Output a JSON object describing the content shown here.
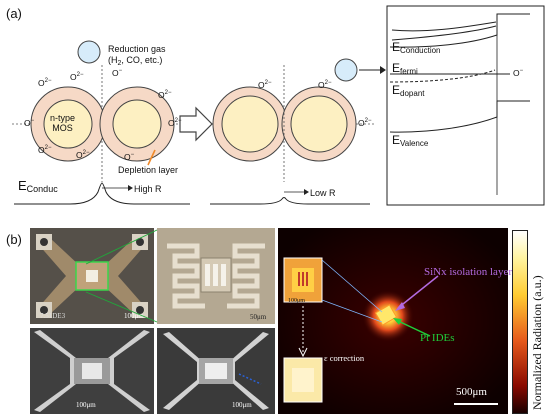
{
  "panel_a": {
    "label": "(a)",
    "reduction_gas": {
      "line1": "Reduction gas",
      "line2": "(H",
      "sub1": "2",
      "line2b": ", CO, etc.)",
      "ion": "O",
      "ion_sup": "−"
    },
    "particle_label": {
      "line1": "n-type",
      "line2": "MOS"
    },
    "depletion_label": "Depletion layer",
    "oxygen_ion": {
      "text": "O",
      "sup": "2−"
    },
    "oxygen_ion_single": {
      "text": "O",
      "sup": "−"
    },
    "e_conduc": {
      "text": "E",
      "sub": "Conduc"
    },
    "high_r": "High R",
    "low_r": "Low R",
    "band_diagram": {
      "conduction": {
        "text": "E",
        "sub": "Conduction"
      },
      "fermi": {
        "text": "E",
        "sub": "fermi"
      },
      "dopant": {
        "text": "E",
        "sub": "dopant"
      },
      "valence": {
        "text": "E",
        "sub": "Valence"
      },
      "ion": {
        "text": "O",
        "sup": "−"
      }
    },
    "colors": {
      "shell": "#f6d9c6",
      "core": "#fdf0c2",
      "gas": "#d7ecfa",
      "depletion_arrow": "#f08a2a"
    }
  },
  "panel_b": {
    "label": "(b)",
    "chip_id": "7.51DE3",
    "scale_100um": "100μm",
    "scale_50um": "50μm",
    "scale_500um": "500μm",
    "sinx_label": "SiNx isolation layer",
    "pt_label": "Pt IDEs",
    "epsilon": "ε correction",
    "colorbar_title": "Normalized Radiation (a.u.)",
    "colors": {
      "sinx": "#b36ae0",
      "pt": "#1fcf3a",
      "photo_link": "#2a62d8"
    }
  }
}
